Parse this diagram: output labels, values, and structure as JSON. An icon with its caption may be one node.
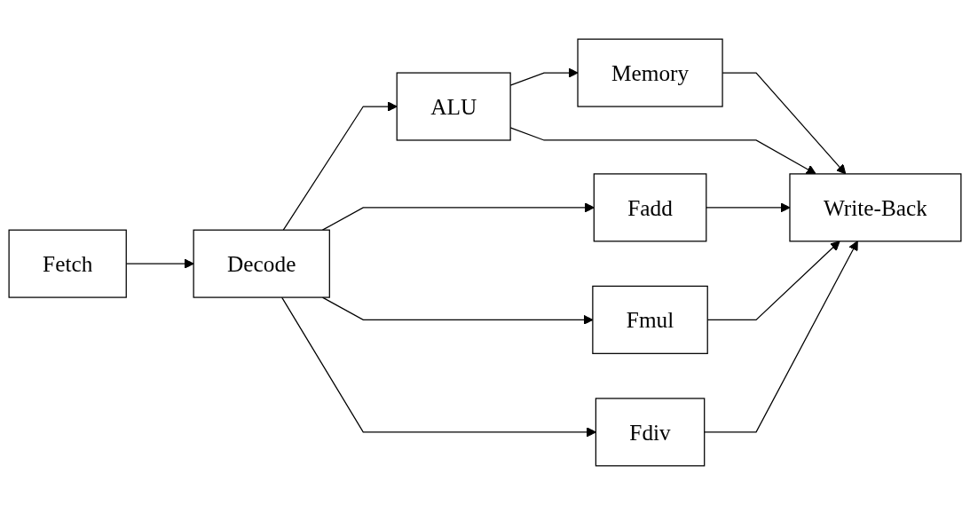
{
  "diagram": {
    "nodes": [
      {
        "text": [
          "Fetch"
        ]
      },
      {
        "text": [
          "Decode"
        ]
      },
      {
        "text": [
          "ALU"
        ]
      },
      {
        "text": [
          "Memory"
        ]
      },
      {
        "text": [
          "Write-Back"
        ]
      },
      {
        "text": [
          "Fadd"
        ]
      },
      {
        "text": [
          "Fmul"
        ]
      },
      {
        "text": [
          "Fdiv"
        ]
      }
    ],
    "edges": [
      {
        "from": 0,
        "to": 1,
        "arrow": "to"
      },
      {
        "from": 1,
        "to": 2,
        "arrow": "to"
      },
      {
        "from": 2,
        "to": 3,
        "arrow": "to"
      },
      {
        "from": 3,
        "to": 4,
        "arrow": "to"
      },
      {
        "from": 2,
        "to": 4,
        "arrow": "to"
      },
      {
        "from": 1,
        "to": 5,
        "arrow": "to"
      },
      {
        "from": 1,
        "to": 6,
        "arrow": "to"
      },
      {
        "from": 1,
        "to": 7,
        "arrow": "to"
      },
      {
        "from": 5,
        "to": 4,
        "arrow": "to"
      },
      {
        "from": 6,
        "to": 4,
        "arrow": "to"
      },
      {
        "from": 7,
        "to": 4,
        "arrow": "to"
      }
    ]
  }
}
